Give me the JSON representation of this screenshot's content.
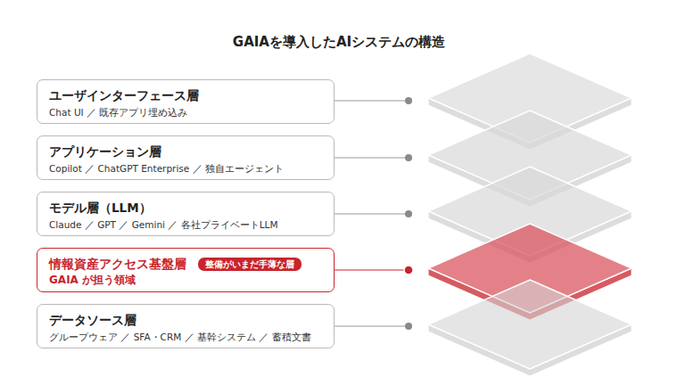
{
  "diagram": {
    "title": "GAIAを導入したAIシステムの構造",
    "nodes": [
      {
        "text": [
          "ユーザインターフェース層",
          "Chat UI ／ 既存アプリ埋め込み"
        ]
      },
      {
        "text": [
          "アプリケーション層",
          "Copilot ／ ChatGPT Enterprise ／ 独自エージェント"
        ]
      },
      {
        "text": [
          "モデル層（LLM）",
          "Claude ／ GPT ／ Gemini ／ 各社プライベートLLM"
        ]
      },
      {
        "text": [
          "情報資産アクセス基盤層",
          "GAIA が担う領域"
        ]
      },
      {
        "text": [
          "整備がいまだ手薄な層"
        ],
        "in": 3
      },
      {
        "text": [
          "データソース層",
          "グループウェア ／ SFA・CRM ／ 基幹システム ／ 蓄積文書"
        ]
      }
    ]
  }
}
